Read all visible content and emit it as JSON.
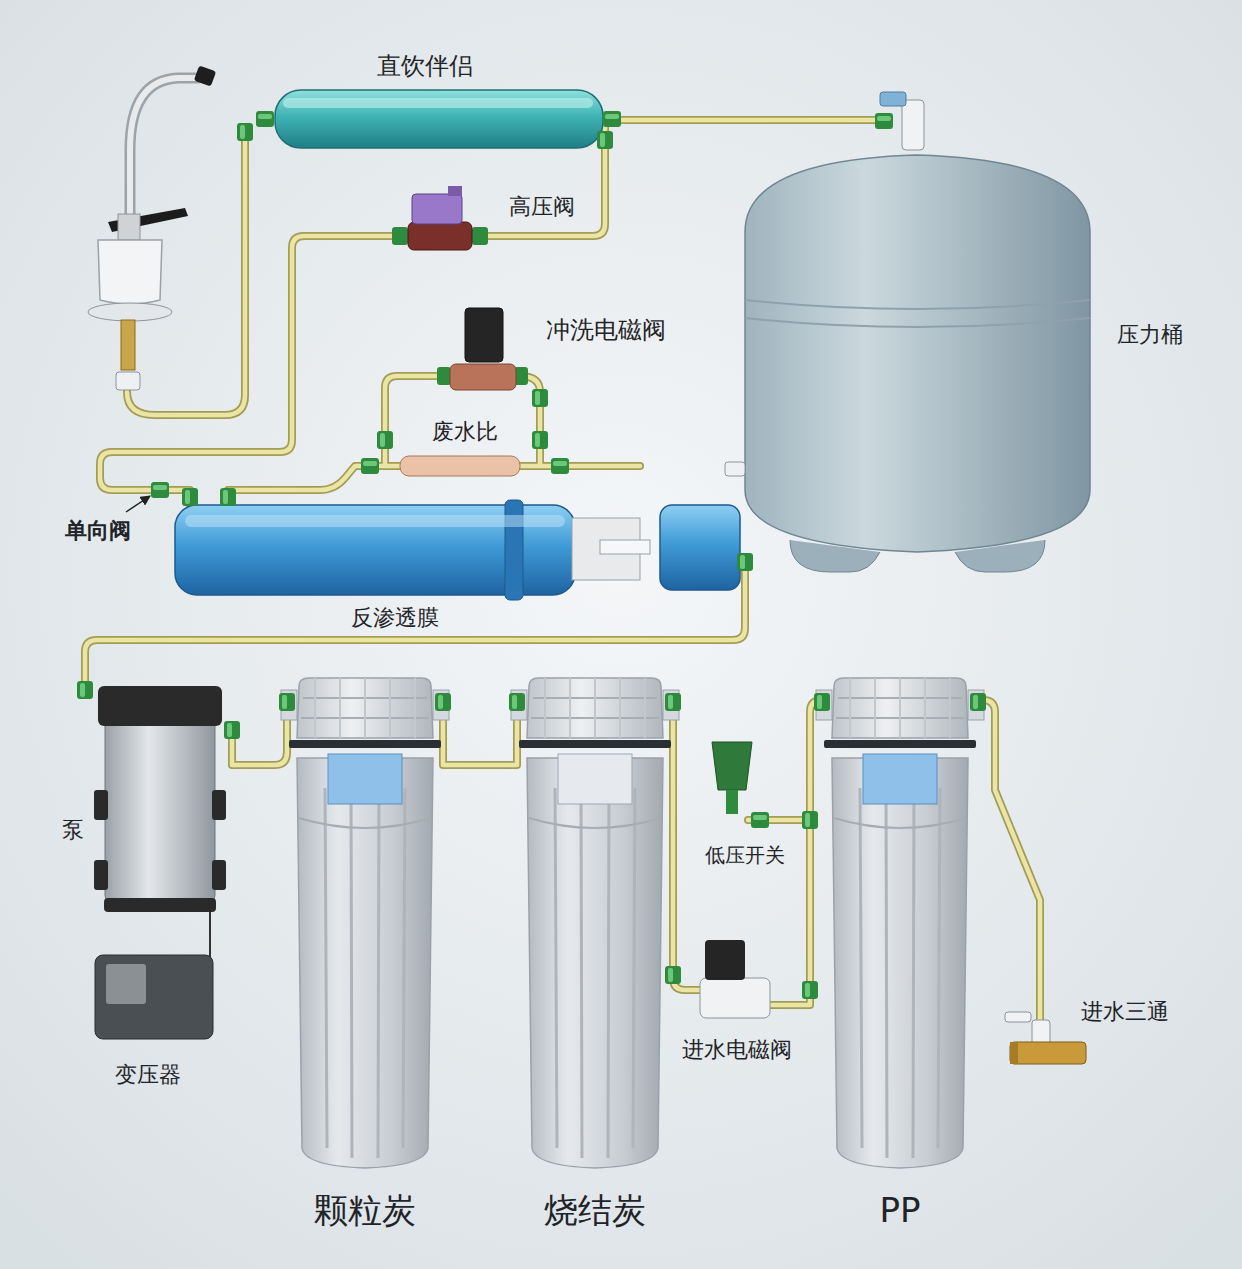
{
  "diagram": {
    "labels": [
      "直饮伴侣",
      "高压阀",
      "冲洗电磁阀",
      "压力桶",
      "废水比",
      "单向阀",
      "反渗透膜",
      "泵",
      "低压开关",
      "进水三通",
      "进水电磁阀",
      "变压器",
      "颗粒炭",
      "烧结炭",
      "PP"
    ]
  }
}
